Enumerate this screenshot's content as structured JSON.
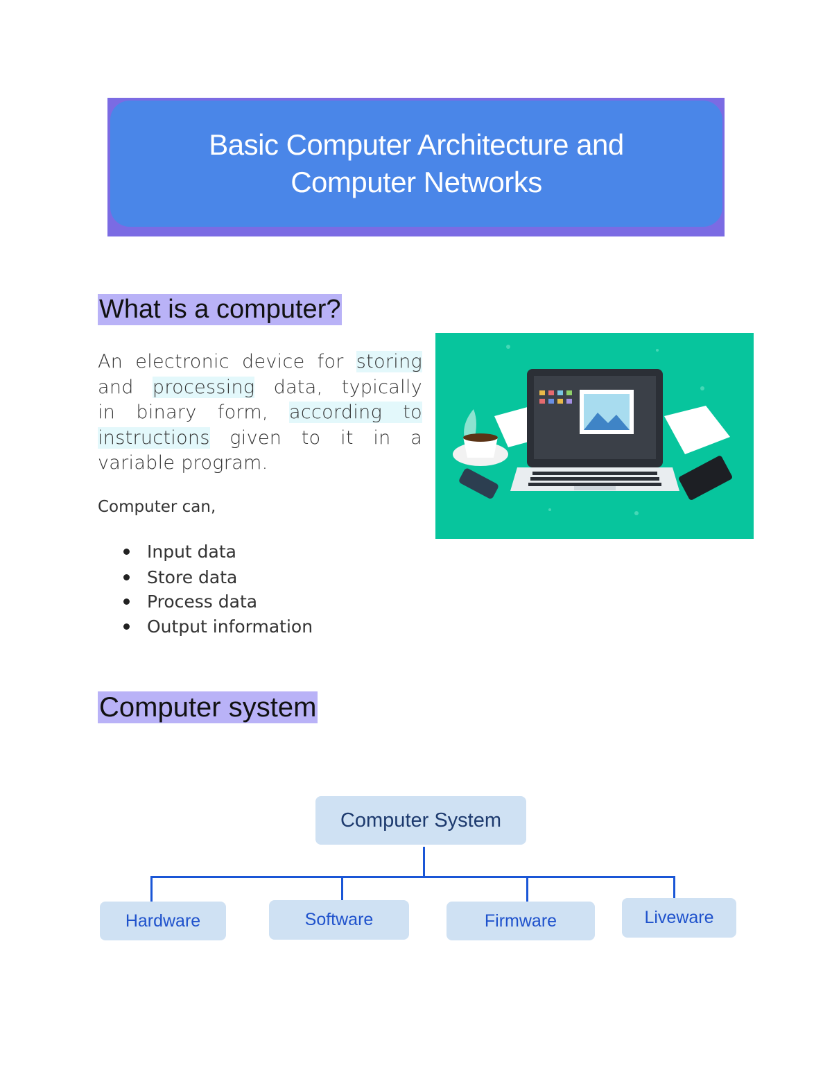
{
  "banner": {
    "title": "Basic Computer Architecture and Computer Networks"
  },
  "section1": {
    "heading": "What is a computer?",
    "paragraph_lines": [
      [
        {
          "t": "An electronic device for ",
          "hl": false
        },
        {
          "t": "storing",
          "hl": true
        }
      ],
      [
        {
          "t": "and ",
          "hl": false
        },
        {
          "t": "processing",
          "hl": true
        },
        {
          "t": " data, typically",
          "hl": false
        }
      ],
      [
        {
          "t": "in binary form, ",
          "hl": false
        },
        {
          "t": "according to",
          "hl": true
        }
      ],
      [
        {
          "t": "instructions",
          "hl": true
        },
        {
          "t": " given to it in a",
          "hl": false
        }
      ],
      [
        {
          "t": "variable program.",
          "hl": false
        }
      ]
    ],
    "intro": "Computer can,",
    "bullets": [
      "Input data",
      "Store data",
      "Process data",
      "Output information"
    ],
    "image_icon": "laptop-desk-illustration"
  },
  "section2": {
    "heading": "Computer system",
    "diagram": {
      "root": "Computer System",
      "children": [
        "Hardware",
        "Software",
        "Firmware",
        "Liveware"
      ]
    }
  },
  "colors": {
    "banner": "#4a86e8",
    "banner_border": "#7b6be3",
    "heading_highlight": "#b9b2f7",
    "text_highlight": "#e3f8fb",
    "illustration_bg": "#07c59d",
    "box": "#cfe1f3",
    "line": "#1a56d6"
  }
}
